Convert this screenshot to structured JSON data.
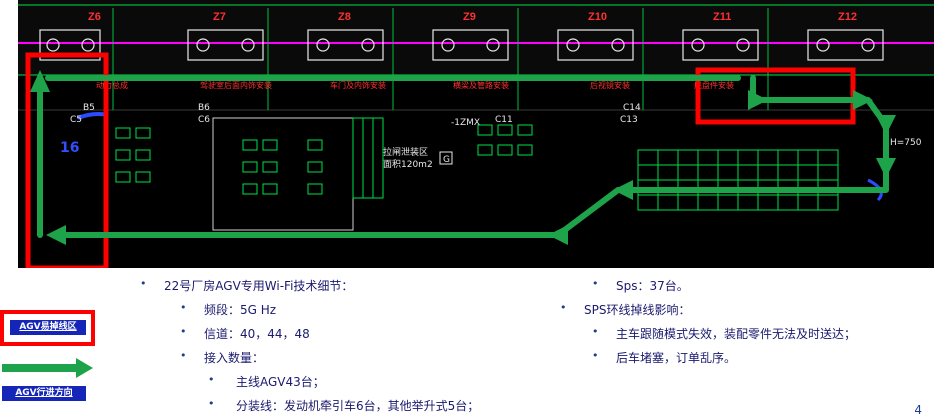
{
  "diagram": {
    "grid_ids": [
      "Z6",
      "Z7",
      "Z8",
      "Z9",
      "Z10",
      "Z11",
      "Z12"
    ],
    "areas": [
      "动力总成",
      "驾驶室后面内饰安装",
      "车门及内饰安装",
      "横梁及管路安装",
      "后视镜安装",
      "底盘件安装"
    ],
    "labels": {
      "b5": "B5",
      "c5": "C5",
      "b6": "B6",
      "c6": "C6",
      "c11": "C11",
      "c13": "C13",
      "c14": "C14",
      "zmx": "-1ZMX",
      "col16": "16",
      "h750": "H=750",
      "zone_text": "拉闸泄装区\n面积120m2",
      "zone_tag": "G"
    }
  },
  "bullets": {
    "col1": [
      {
        "level": 1,
        "text": "22号厂房AGV专用Wi-Fi技术细节："
      },
      {
        "level": 2,
        "text": "频段：5G Hz"
      },
      {
        "level": 2,
        "text": "信道：40，44，48"
      },
      {
        "level": 2,
        "text": "接入数量："
      },
      {
        "level": 3,
        "text": "主线AGV43台；"
      },
      {
        "level": 3,
        "text": "分装线：发动机牵引车6台，其他举升式5台；"
      }
    ],
    "col2": [
      {
        "level": 2,
        "text": "Sps：37台。"
      },
      {
        "level": 1,
        "text": "SPS环线掉线影响："
      },
      {
        "level": 2,
        "text": "主车跟随模式失效，装配零件无法及时送达；"
      },
      {
        "level": 2,
        "text": "后车堵塞，订单乱序。"
      }
    ],
    "marker": "•"
  },
  "legend": {
    "dropout_label": "AGV易掉线区",
    "direction_label": "AGV行进方向"
  },
  "colors": {
    "route": "#1fa34a",
    "dropout": "#ff0000",
    "chip": "#1525b8",
    "cad_bg": "#000000",
    "cad_lines": "#00e04a",
    "equipment": "#e8e8e8",
    "magenta": "#ff00ff",
    "text_dark": "#1a1a6e"
  },
  "page_number": "4"
}
